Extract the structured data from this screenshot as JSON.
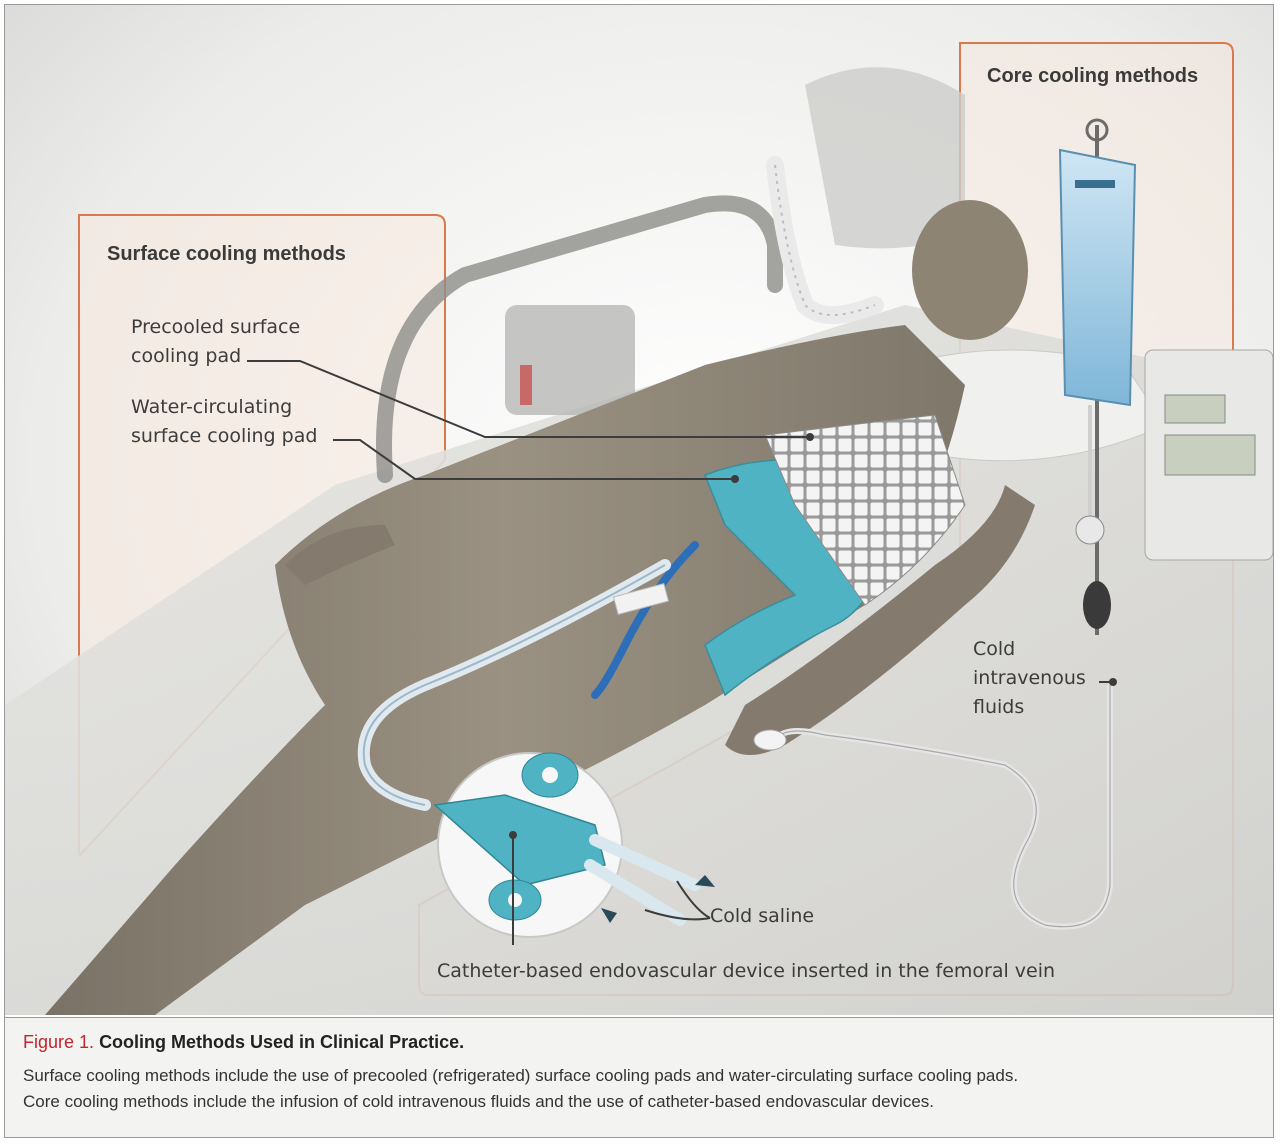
{
  "diagram": {
    "surface_panel_title": "Surface cooling methods",
    "core_panel_title": "Core cooling methods",
    "labels": {
      "precooled_pad_line1": "Precooled surface",
      "precooled_pad_line2": "cooling pad",
      "water_pad_line1": "Water-circulating",
      "water_pad_line2": "surface cooling pad",
      "cold_fluids_line1": "Cold",
      "cold_fluids_line2": "intravenous",
      "cold_fluids_line3": "fluids",
      "cold_saline": "Cold saline",
      "catheter_device": "Catheter-based endovascular device inserted in the femoral vein"
    },
    "colors": {
      "panel_border": "#d97a4e",
      "panel_fill": "#f6e7dc",
      "cooling_teal": "#4fb3c4",
      "skin": "#8a8274",
      "bed": "#d9d9d6"
    }
  },
  "caption": {
    "figure_number": "Figure 1.",
    "figure_title": "Cooling Methods Used in Clinical Practice.",
    "body_line1": "Surface cooling methods include the use of precooled (refrigerated) surface cooling pads and water-circulating surface cooling pads.",
    "body_line2": "Core cooling methods include the infusion of cold intravenous fluids and the use of catheter-based endovascular devices."
  }
}
